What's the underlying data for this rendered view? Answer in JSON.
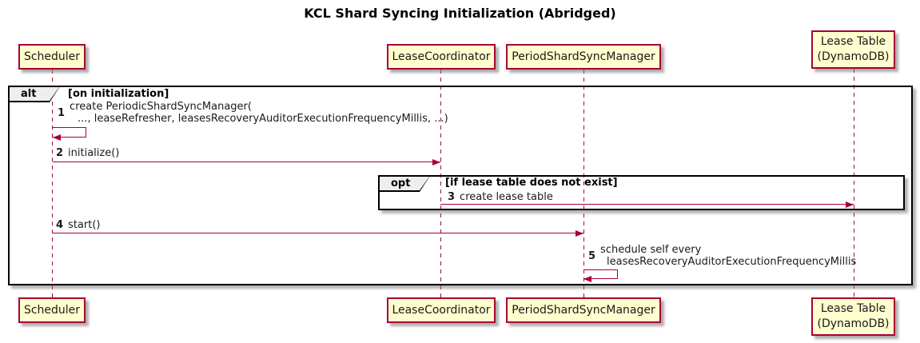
{
  "title": "KCL Shard Syncing Initialization (Abridged)",
  "colors": {
    "accent": "#A80036",
    "participant_fill": "#FEFECE",
    "frame_border": "#000000",
    "label_fill": "#EEEEEE",
    "background": "#FFFFFF",
    "text": "#1a1a1a"
  },
  "participants": [
    {
      "name": "Scheduler"
    },
    {
      "name": "LeaseCoordinator"
    },
    {
      "name": "PeriodShardSyncManager"
    },
    {
      "name": "Lease Table",
      "name2": "(DynamoDB)"
    }
  ],
  "frames": {
    "alt": {
      "label": "alt",
      "guard": "[on initialization]"
    },
    "opt": {
      "label": "opt",
      "guard": "[if lease table does not exist]"
    }
  },
  "messages": [
    {
      "num": "1",
      "from": "Scheduler",
      "to": "Scheduler",
      "kind": "self",
      "line1": "create PeriodicShardSyncManager(",
      "line2": "..., leaseRefresher, leasesRecoveryAuditorExecutionFrequencyMillis, ...)"
    },
    {
      "num": "2",
      "from": "Scheduler",
      "to": "LeaseCoordinator",
      "kind": "solid",
      "text": "initialize()"
    },
    {
      "num": "3",
      "from": "LeaseCoordinator",
      "to": "Lease Table (DynamoDB)",
      "kind": "solid",
      "text": "create lease table"
    },
    {
      "num": "4",
      "from": "Scheduler",
      "to": "PeriodShardSyncManager",
      "kind": "solid",
      "text": "start()"
    },
    {
      "num": "5",
      "from": "PeriodShardSyncManager",
      "to": "PeriodShardSyncManager",
      "kind": "self",
      "line1": "schedule self every",
      "line2": "leasesRecoveryAuditorExecutionFrequencyMillis"
    }
  ]
}
